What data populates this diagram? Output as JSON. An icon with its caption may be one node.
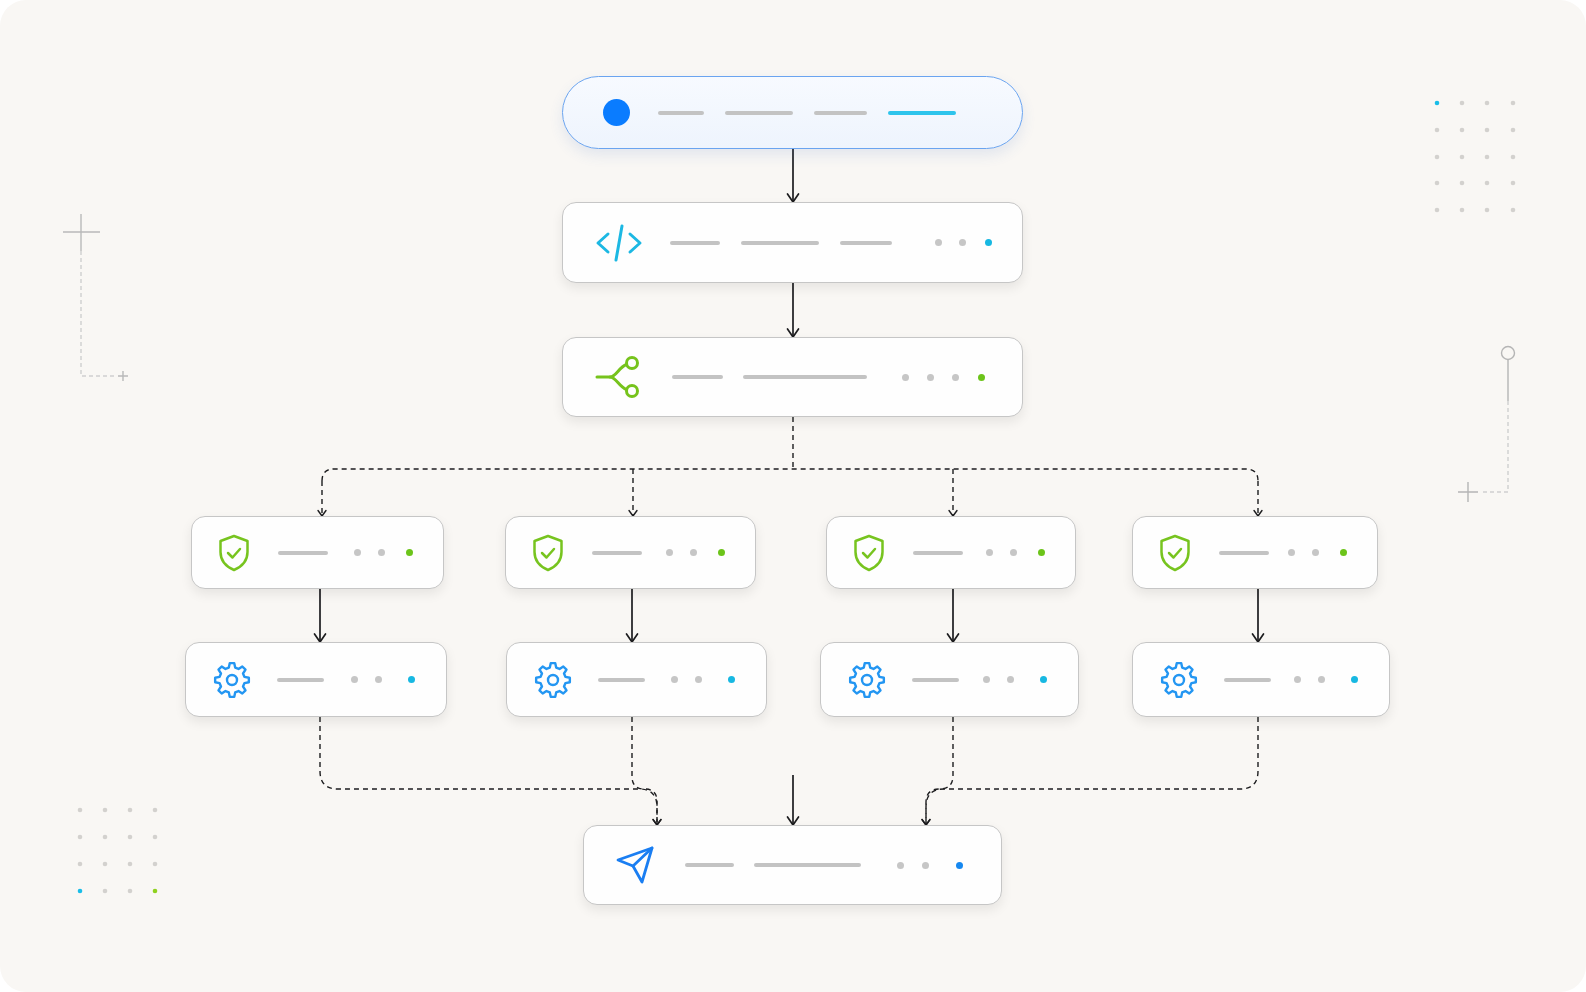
{
  "diagram": {
    "nodes": [
      {
        "text": [],
        "shape": "bar"
      },
      {
        "text": [],
        "shape": "box"
      },
      {
        "text": [],
        "shape": "box"
      },
      {
        "text": [],
        "shape": "box"
      },
      {
        "text": [],
        "shape": "box"
      },
      {
        "text": [],
        "shape": "box"
      },
      {
        "text": [],
        "shape": "box"
      },
      {
        "text": [],
        "shape": "box"
      },
      {
        "text": [],
        "shape": "box"
      },
      {
        "text": [],
        "shape": "box"
      },
      {
        "text": [],
        "shape": "box"
      },
      {
        "text": [],
        "shape": "box"
      }
    ],
    "edges": [
      {
        "from": 0,
        "to": 1,
        "arrow": "to"
      },
      {
        "from": 1,
        "to": 2,
        "arrow": "to"
      },
      {
        "from": 2,
        "to": 3,
        "arrow": "to",
        "style": "dashed"
      },
      {
        "from": 2,
        "to": 4,
        "arrow": "to",
        "style": "dashed"
      },
      {
        "from": 2,
        "to": 5,
        "arrow": "to",
        "style": "dashed"
      },
      {
        "from": 2,
        "to": 6,
        "arrow": "to",
        "style": "dashed"
      },
      {
        "from": 3,
        "to": 7,
        "arrow": "to"
      },
      {
        "from": 4,
        "to": 8,
        "arrow": "to"
      },
      {
        "from": 5,
        "to": 9,
        "arrow": "to"
      },
      {
        "from": 6,
        "to": 10,
        "arrow": "to"
      },
      {
        "from": 7,
        "to": 11,
        "arrow": "to",
        "style": "dashed"
      },
      {
        "from": 8,
        "to": 11,
        "arrow": "to",
        "style": "dashed"
      },
      {
        "from": 9,
        "to": 11,
        "arrow": "to",
        "style": "dashed"
      },
      {
        "from": 10,
        "to": 11,
        "arrow": "to",
        "style": "dashed"
      },
      {
        "from": null,
        "to": 11,
        "arrow": "to"
      }
    ]
  }
}
